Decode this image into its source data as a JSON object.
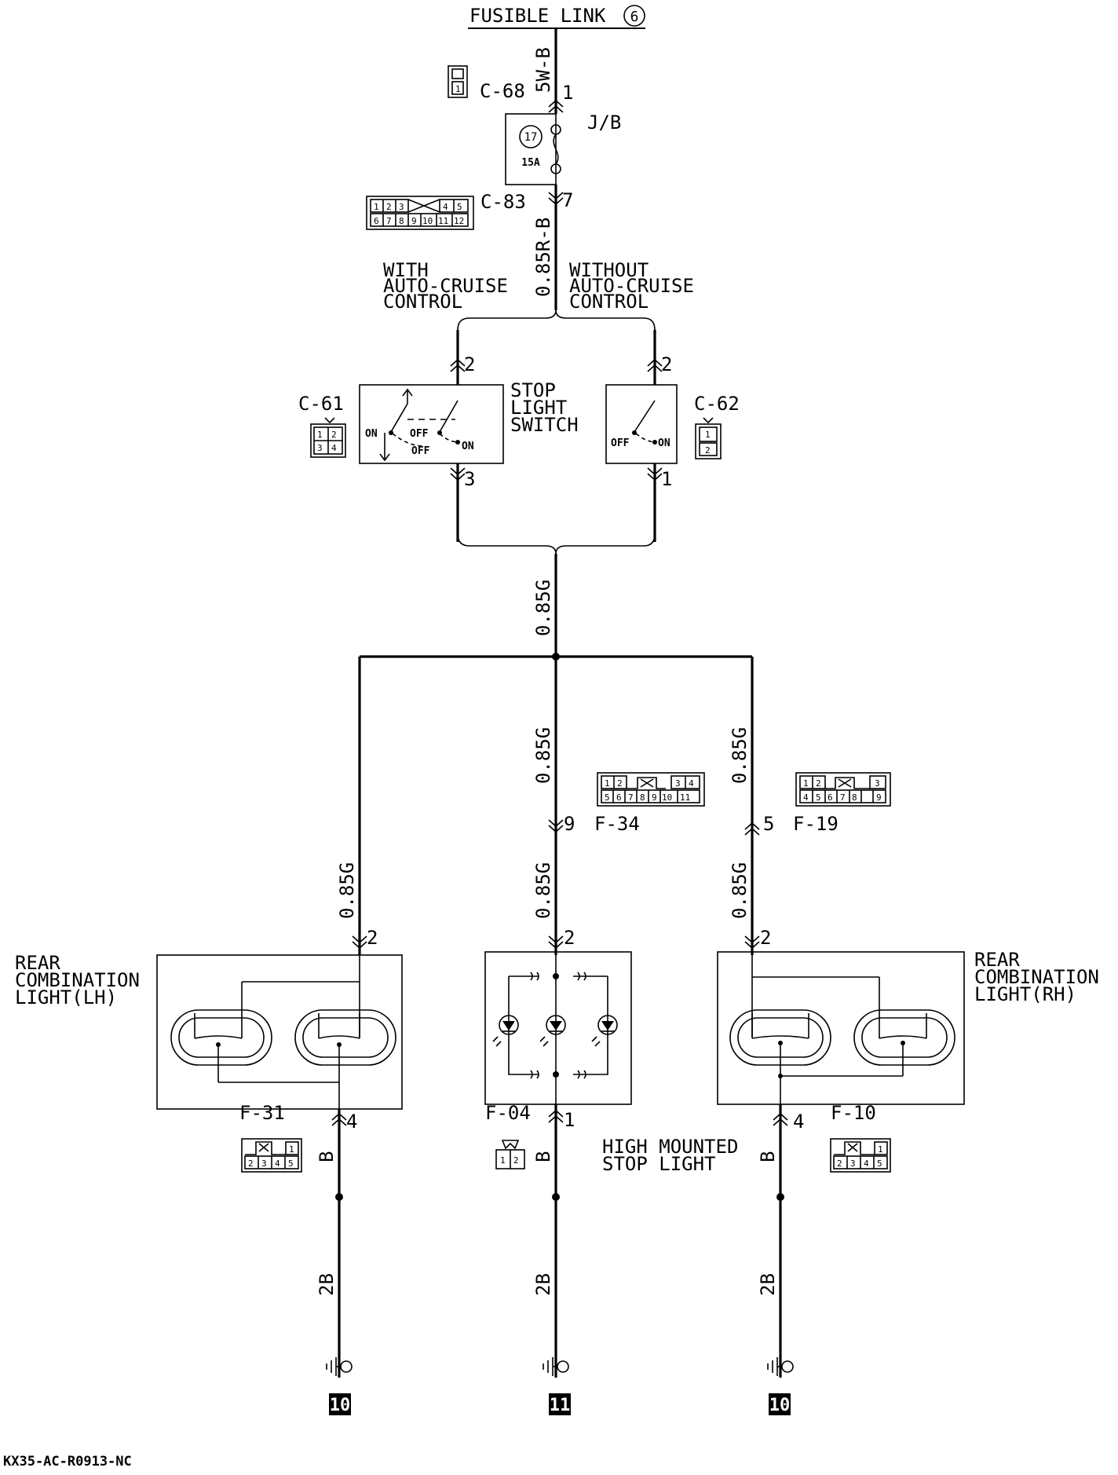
{
  "title": "FUSIBLE LINK",
  "fusible_link_no": "6",
  "footer_code": "KX35-AC-R0913-NC",
  "top_wire": "5W-B",
  "fuse": {
    "jb": "J/B",
    "number": "17",
    "rating": "15A",
    "pin_in": "1",
    "pin_out": "7"
  },
  "connectors": {
    "c68": "C-68",
    "c83": "C-83",
    "c61": "C-61",
    "c62": "C-62",
    "f34": "F-34",
    "f19": "F-19",
    "f31": "F-31",
    "f04": "F-04",
    "f10": "F-10"
  },
  "c68_pins": [
    "1"
  ],
  "c83_pins": [
    "1",
    "2",
    "3",
    "4",
    "5",
    "6",
    "7",
    "8",
    "9",
    "10",
    "11",
    "12"
  ],
  "c61_pins": [
    "1",
    "2",
    "3",
    "4"
  ],
  "c62_pins": [
    "1",
    "2"
  ],
  "f34_pins": [
    "1",
    "2",
    "3",
    "4",
    "5",
    "6",
    "7",
    "8",
    "9",
    "10",
    "11"
  ],
  "f19_pins": [
    "1",
    "2",
    "3",
    "4",
    "5",
    "6",
    "7",
    "8",
    "9"
  ],
  "f31_pins": [
    "1",
    "2",
    "3",
    "4",
    "5"
  ],
  "f04_pins": [
    "1",
    "2"
  ],
  "f10_pins": [
    "1",
    "2",
    "3",
    "4",
    "5"
  ],
  "wire_stop_feed": "0.85R-B",
  "variants": {
    "with": [
      "WITH",
      "AUTO-CRUISE",
      "CONTROL"
    ],
    "without": [
      "WITHOUT",
      "AUTO-CRUISE",
      "CONTROL"
    ]
  },
  "switch": {
    "name": [
      "STOP",
      "LIGHT",
      "SWITCH"
    ],
    "c61_pin_top": "2",
    "c61_pin_bottom": "3",
    "c62_pin_top": "2",
    "c62_pin_bottom": "1",
    "on": "ON",
    "off": "OFF"
  },
  "wire_green": "0.85G",
  "branch_pins": {
    "f34": "9",
    "f19": "5"
  },
  "lamps": {
    "lh": [
      "REAR",
      "COMBINATION",
      "LIGHT(LH)"
    ],
    "rh": [
      "REAR",
      "COMBINATION",
      "LIGHT(RH)"
    ],
    "high": [
      "HIGH MOUNTED",
      "STOP LIGHT"
    ],
    "lh_pin_in": "2",
    "center_pin_in": "2",
    "rh_pin_in": "2",
    "lh_pin_out": "4",
    "center_pin_out": "1",
    "rh_pin_out": "4"
  },
  "wire_ground": "B",
  "wire_ground_main": "2B",
  "grounds": [
    "10",
    "11",
    "10"
  ]
}
